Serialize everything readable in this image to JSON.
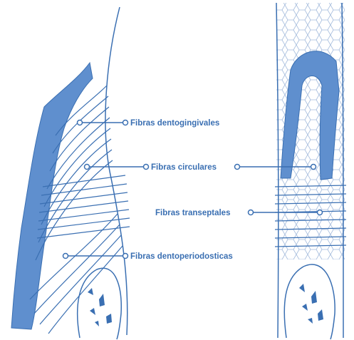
{
  "diagram": {
    "labels": {
      "dentogingival": "Fibras dentogingivales",
      "circular": "Fibras circulares",
      "transseptal": "Fibras transeptales",
      "dentoperiosteal": "Fibras dentoperiodosticas"
    },
    "colors": {
      "primary": "#3a6fb2",
      "fill": "#5f8fce",
      "lightFill": "#dfe9f6",
      "background": "#ffffff"
    }
  }
}
